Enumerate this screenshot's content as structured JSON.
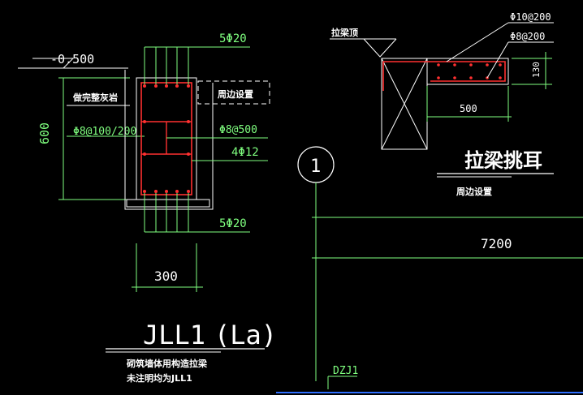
{
  "section_detail": {
    "elevation_label": "-0.500",
    "soil_label": "做完整灰岩",
    "height_dim": "600",
    "stirrup_label": "Φ8@100/200",
    "top_bars": "5Φ20",
    "around_label": "周边设置",
    "tie_label": "Φ8@500",
    "side_bars": "4Φ12",
    "bottom_bars": "5Φ20",
    "width_dim": "300"
  },
  "section_title": {
    "name": "JLL1",
    "suffix": "(La)",
    "note_line1": "砌筑墙体用构造拉梁",
    "note_line2": "未注明均为JLL1"
  },
  "ear_detail": {
    "top_label": "拉梁顶",
    "bar1": "Φ10@200",
    "bar2": "Φ8@200",
    "height_dim": "130",
    "width_dim": "500",
    "title": "拉梁挑耳",
    "subtitle": "周边设置"
  },
  "grid": {
    "axis_label": "1",
    "span_dim": "7200",
    "column_tag": "DZJ1"
  },
  "colors": {
    "background": "#000000",
    "line": "#ffffff",
    "dim": "#00ff00",
    "rebar": "#ff3030"
  }
}
